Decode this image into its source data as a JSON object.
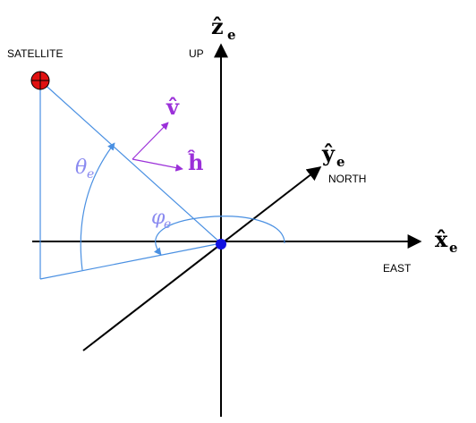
{
  "labels": {
    "satellite": "SATELLITE",
    "up": "UP",
    "north": "NORTH",
    "east": "EAST",
    "z_axis": "ẑ",
    "z_sub": "e",
    "y_axis": "ŷ",
    "y_sub": "e",
    "x_axis": "x̂",
    "x_sub": "e",
    "v_vec": "v̂",
    "h_vec": "ĥ",
    "theta": "θ",
    "theta_sub": "e",
    "phi": "φ",
    "phi_sub": "e"
  },
  "colors": {
    "axis": "#000000",
    "construction": "#4a90e2",
    "vector": "#9b30d9",
    "angle_label": "#8a8af0",
    "satellite_fill": "#e01010",
    "origin_fill": "#1010e0"
  }
}
